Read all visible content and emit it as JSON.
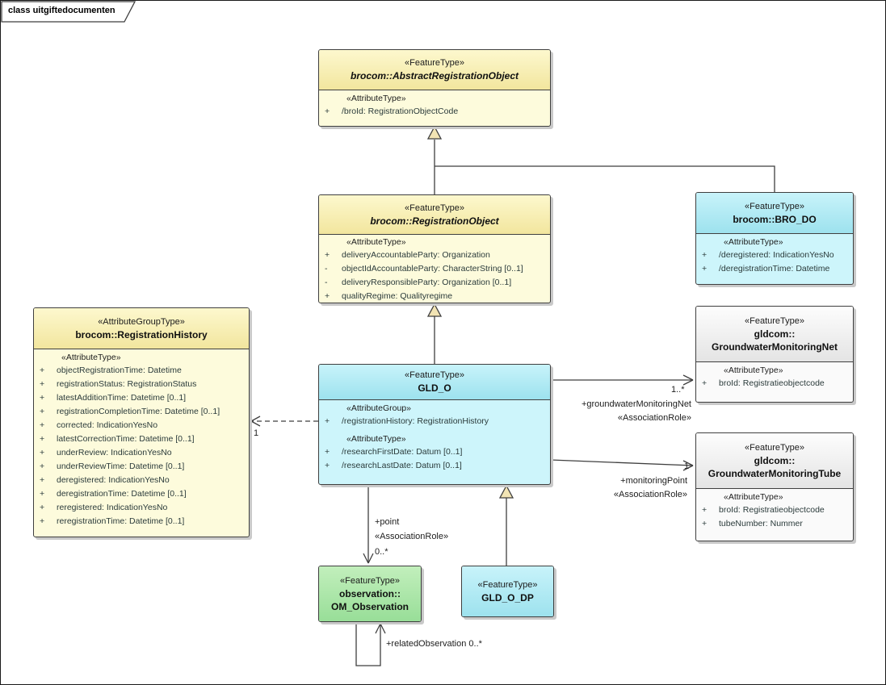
{
  "frame": {
    "title": "class uitgiftedocumenten"
  },
  "classes": {
    "aro": {
      "stereotype": "«FeatureType»",
      "name": "brocom::AbstractRegistrationObject",
      "sections": [
        {
          "header": "«AttributeType»",
          "attrs": [
            {
              "v": "+",
              "t": "/broId: RegistrationObjectCode"
            }
          ]
        }
      ]
    },
    "ro": {
      "stereotype": "«FeatureType»",
      "name": "brocom::RegistrationObject",
      "sections": [
        {
          "header": "«AttributeType»",
          "attrs": [
            {
              "v": "+",
              "t": "deliveryAccountableParty: Organization"
            },
            {
              "v": "-",
              "t": "objectIdAccountableParty: CharacterString [0..1]"
            },
            {
              "v": "-",
              "t": "deliveryResponsibleParty: Organization [0..1]"
            },
            {
              "v": "+",
              "t": "qualityRegime: Qualityregime"
            }
          ]
        }
      ]
    },
    "bro_do": {
      "stereotype": "«FeatureType»",
      "name": "brocom::BRO_DO",
      "sections": [
        {
          "header": "«AttributeType»",
          "attrs": [
            {
              "v": "+",
              "t": "/deregistered: IndicationYesNo"
            },
            {
              "v": "+",
              "t": "/deregistrationTime: Datetime"
            }
          ]
        }
      ]
    },
    "reghist": {
      "stereotype": "«AttributeGroupType»",
      "name": "brocom::RegistrationHistory",
      "sections": [
        {
          "header": "«AttributeType»",
          "attrs": [
            {
              "v": "+",
              "t": "objectRegistrationTime: Datetime"
            },
            {
              "v": "+",
              "t": "registrationStatus: RegistrationStatus"
            },
            {
              "v": "+",
              "t": "latestAdditionTime: Datetime [0..1]"
            },
            {
              "v": "+",
              "t": "registrationCompletionTime: Datetime [0..1]"
            },
            {
              "v": "+",
              "t": "corrected: IndicationYesNo"
            },
            {
              "v": "+",
              "t": "latestCorrectionTime: Datetime [0..1]"
            },
            {
              "v": "+",
              "t": "underReview: IndicationYesNo"
            },
            {
              "v": "+",
              "t": "underReviewTime: Datetime [0..1]"
            },
            {
              "v": "+",
              "t": "deregistered: IndicationYesNo"
            },
            {
              "v": "+",
              "t": "deregistrationTime: Datetime [0..1]"
            },
            {
              "v": "+",
              "t": "reregistered: IndicationYesNo"
            },
            {
              "v": "+",
              "t": "reregistrationTime: Datetime [0..1]"
            }
          ]
        }
      ]
    },
    "gld_o": {
      "stereotype": "«FeatureType»",
      "name": "GLD_O",
      "sections": [
        {
          "header": "«AttributeGroup»",
          "attrs": [
            {
              "v": "+",
              "t": "/registrationHistory: RegistrationHistory"
            }
          ]
        },
        {
          "header": "«AttributeType»",
          "attrs": [
            {
              "v": "+",
              "t": "/researchFirstDate: Datum [0..1]"
            },
            {
              "v": "+",
              "t": "/researchLastDate: Datum [0..1]"
            }
          ]
        }
      ]
    },
    "gmn": {
      "stereotype": "«FeatureType»",
      "name1": "gldcom::",
      "name2": "GroundwaterMonitoringNet",
      "sections": [
        {
          "header": "«AttributeType»",
          "attrs": [
            {
              "v": "+",
              "t": "broId: Registratieobjectcode"
            }
          ]
        }
      ]
    },
    "gmt": {
      "stereotype": "«FeatureType»",
      "name1": "gldcom::",
      "name2": "GroundwaterMonitoringTube",
      "sections": [
        {
          "header": "«AttributeType»",
          "attrs": [
            {
              "v": "+",
              "t": "broId: Registratieobjectcode"
            },
            {
              "v": "+",
              "t": "tubeNumber: Nummer"
            }
          ]
        }
      ]
    },
    "om_obs": {
      "stereotype": "«FeatureType»",
      "name1": "observation::",
      "name2": "OM_Observation"
    },
    "gld_o_dp": {
      "stereotype": "«FeatureType»",
      "name": "GLD_O_DP"
    }
  },
  "edges": {
    "registration_history": {
      "mult": "1"
    },
    "monitoring_net": {
      "mult": "1..*",
      "role": "+groundwaterMonitoringNet",
      "stereo": "«AssociationRole»"
    },
    "monitoring_tube": {
      "mult": "1",
      "role": "+monitoringPoint",
      "stereo": "«AssociationRole»"
    },
    "point": {
      "role": "+point",
      "stereo": "«AssociationRole»",
      "mult": "0..*"
    },
    "related_observation": {
      "label": "+relatedObservation 0..*"
    }
  },
  "colors": {
    "yellow_fill": "#FBF5C4",
    "cyan_fill": "#BEEFF7",
    "green_fill": "#A9E6A9",
    "white_fill": "#FAFAFA",
    "line": "#3f3f3f",
    "triangle_fill": "#F2E4B4"
  }
}
